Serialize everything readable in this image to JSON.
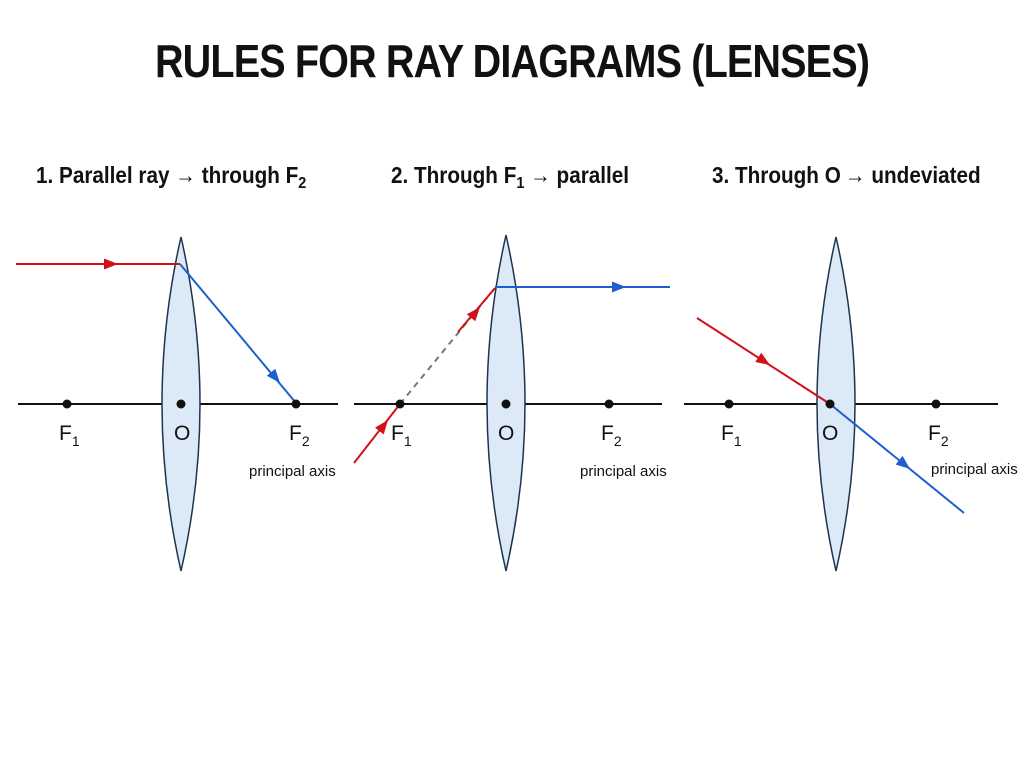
{
  "title": "RULES FOR RAY DIAGRAMS (LENSES)",
  "panels": [
    {
      "heading": {
        "pre": "1. Parallel ray → through F",
        "sub": "2",
        "post": ""
      },
      "points": [
        {
          "letter": "F",
          "sub": "1"
        },
        {
          "letter": "O",
          "sub": ""
        },
        {
          "letter": "F",
          "sub": "2"
        }
      ],
      "axis_label": "principal axis"
    },
    {
      "heading": {
        "pre": "2. Through F",
        "sub": "1",
        "post": " → parallel"
      },
      "points": [
        {
          "letter": "F",
          "sub": "1"
        },
        {
          "letter": "O",
          "sub": ""
        },
        {
          "letter": "F",
          "sub": "2"
        }
      ],
      "axis_label": "principal axis"
    },
    {
      "heading": {
        "pre": "3. Through O → undeviated",
        "sub": "",
        "post": ""
      },
      "points": [
        {
          "letter": "F",
          "sub": "1"
        },
        {
          "letter": "O",
          "sub": ""
        },
        {
          "letter": "F",
          "sub": "2"
        }
      ],
      "axis_label": "principal axis"
    }
  ],
  "colors": {
    "incident_ray": "#d0111b",
    "refracted_ray": "#1e5fd0",
    "extension_line": "#777777",
    "axis": "#111111",
    "lens_fill": "#dce9f6",
    "lens_stroke": "#1f3350"
  }
}
